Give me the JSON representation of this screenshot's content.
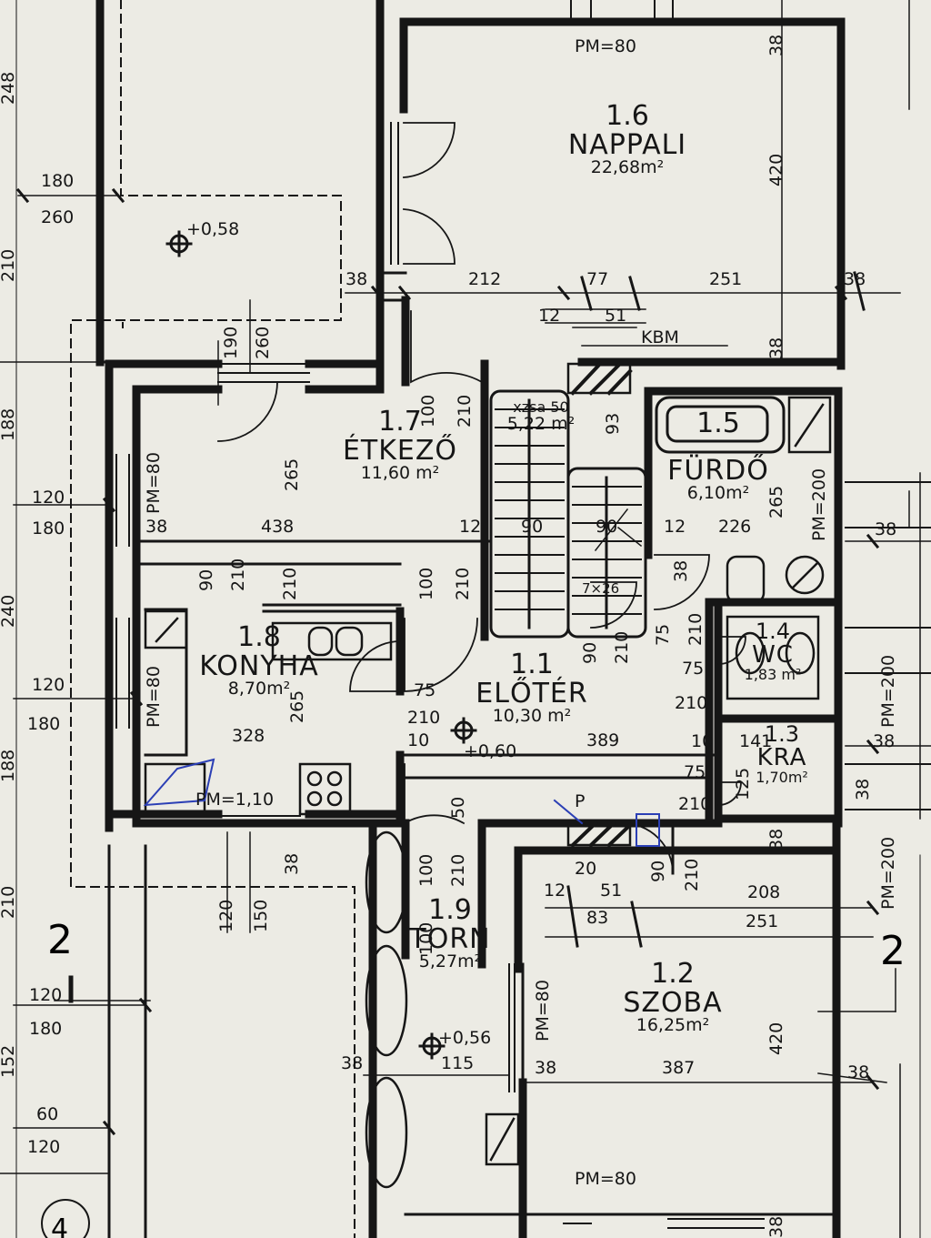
{
  "rooms": [
    {
      "number": "1.6",
      "name": "NAPPALI",
      "area": "22,68m²"
    },
    {
      "number": "1.7",
      "name": "ÉTKEZŐ",
      "area": "11,60 m²"
    },
    {
      "number": "1.5",
      "name": "FÜRDŐ",
      "area": "6,10m²"
    },
    {
      "number": "1.8",
      "name": "KONYHA",
      "area": "8,70m²"
    },
    {
      "number": "1.1",
      "name": "ELŐTÉR",
      "area": "10,30 m²"
    },
    {
      "number": "1.4",
      "name": "WC",
      "area": "1,83 m²"
    },
    {
      "number": "1.3",
      "name": "KRA",
      "area": "1,70m²"
    },
    {
      "number": "1.9",
      "name": "TORN",
      "area": "5,27m²"
    },
    {
      "number": "1.2",
      "name": "SZOBA",
      "area": "16,25m²"
    }
  ],
  "stair": {
    "label": "xzsa 50",
    "area": "5,22 m²"
  },
  "labels": {
    "pm80_top": "PM=80",
    "pm80_bottom": "PM=80",
    "pm80_diner": "PM=80",
    "pm80_kitchen": "PM=80",
    "pm80_torn": "PM=80",
    "pm200_bath": "PM=200",
    "pm200_wc": "PM=200",
    "pm200_right": "PM=200",
    "pm110": "PM=1,10",
    "kbm": "KBM",
    "elev_058": "+0,58",
    "elev_060": "+0,60",
    "elev_056": "+0,56",
    "p_mark": "P",
    "section_left": "2",
    "section_right": "2",
    "detail": "4",
    "stair_7x26": "7×26"
  },
  "dims": {
    "d180a": "180",
    "d260a": "260",
    "d248": "248",
    "d210a": "210",
    "d188a": "188",
    "d120a": "120",
    "d180b": "180",
    "d240": "240",
    "d120b": "120",
    "d180c": "180",
    "d188b": "188",
    "d210b": "210",
    "d120c": "120",
    "d180d": "180",
    "d152": "152",
    "d60": "60",
    "d120d": "120",
    "d38_lv": "38",
    "d212": "212",
    "d77": "77",
    "d251a": "251",
    "d38_tr": "38",
    "d12a": "12",
    "d51a": "51",
    "d38_nv": "38",
    "d420a": "420",
    "d38_top": "38",
    "d190": "190",
    "d260b": "260",
    "d100a": "100",
    "d210c": "210",
    "d93": "93",
    "d265a": "265",
    "d438": "438",
    "d38_k": "38",
    "d12b": "12",
    "d90a": "90",
    "d90b": "90",
    "d12c": "12",
    "d226": "226",
    "d265b": "265",
    "d90c": "90",
    "d210d": "210",
    "d100b": "100",
    "d210e": "210",
    "d90d": "90",
    "d210f": "210",
    "d75a": "75",
    "d210g": "210",
    "d75b": "75",
    "d210h": "210",
    "d75c": "75",
    "d210i": "210",
    "d10a": "10",
    "d141": "141",
    "d38_kra": "38",
    "d75d": "75",
    "d210j": "210",
    "d125": "125",
    "d38_fr": "38",
    "d265c": "265",
    "d328": "328",
    "d10b": "10",
    "d389": "389",
    "d100c": "100",
    "d210k": "210",
    "d38_kb": "38",
    "d120e": "120",
    "d150": "150",
    "d100d": "100",
    "d210l": "210",
    "d20": "20",
    "d12d": "12",
    "d51b": "51",
    "d83": "83",
    "d90e": "90",
    "d210m": "210",
    "d208": "208",
    "d251b": "251",
    "d420b": "420",
    "d38_tv": "38",
    "d115": "115",
    "d38_tl": "38",
    "d38_szl": "38",
    "d387": "387",
    "d38_szr": "38",
    "d38_sz": "38",
    "d38_wl": "38",
    "d38_kr": "38",
    "d50": "50"
  }
}
